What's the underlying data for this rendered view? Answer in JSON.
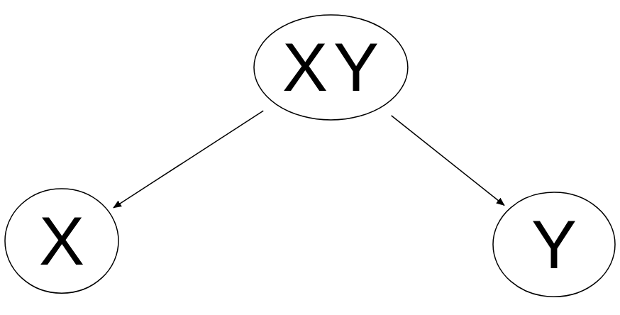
{
  "diagram": {
    "nodes": [
      {
        "text": [
          "X",
          "Y"
        ]
      },
      {
        "text": [
          "X"
        ]
      },
      {
        "text": [
          "Y"
        ]
      }
    ],
    "edges": [
      {
        "from": 0,
        "to": 1,
        "arrow": "to"
      },
      {
        "from": 0,
        "to": 2,
        "arrow": "to"
      }
    ]
  }
}
